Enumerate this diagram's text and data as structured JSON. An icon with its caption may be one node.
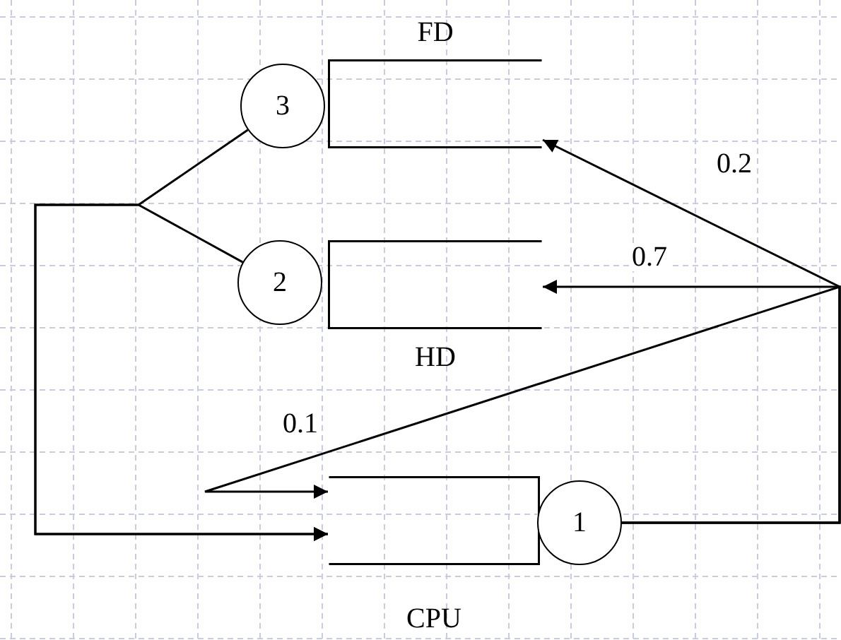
{
  "diagram": {
    "nodes": [
      {
        "text": [
          "FD"
        ]
      },
      {
        "text": [
          "3"
        ]
      },
      {
        "text": [
          "HD"
        ]
      },
      {
        "text": [
          "2"
        ]
      },
      {
        "text": [
          "CPU"
        ]
      },
      {
        "text": [
          "1"
        ]
      }
    ],
    "edges": [
      {
        "from": 5,
        "to": 0,
        "arrow": "to",
        "label": "0.2"
      },
      {
        "from": 5,
        "to": 2,
        "arrow": "to",
        "label": "0.7"
      },
      {
        "from": 5,
        "to": 4,
        "arrow": "to",
        "label": "0.1"
      },
      {
        "from": 1,
        "to": 4,
        "arrow": "to"
      },
      {
        "from": 3,
        "to": 4,
        "arrow": "to"
      }
    ]
  }
}
